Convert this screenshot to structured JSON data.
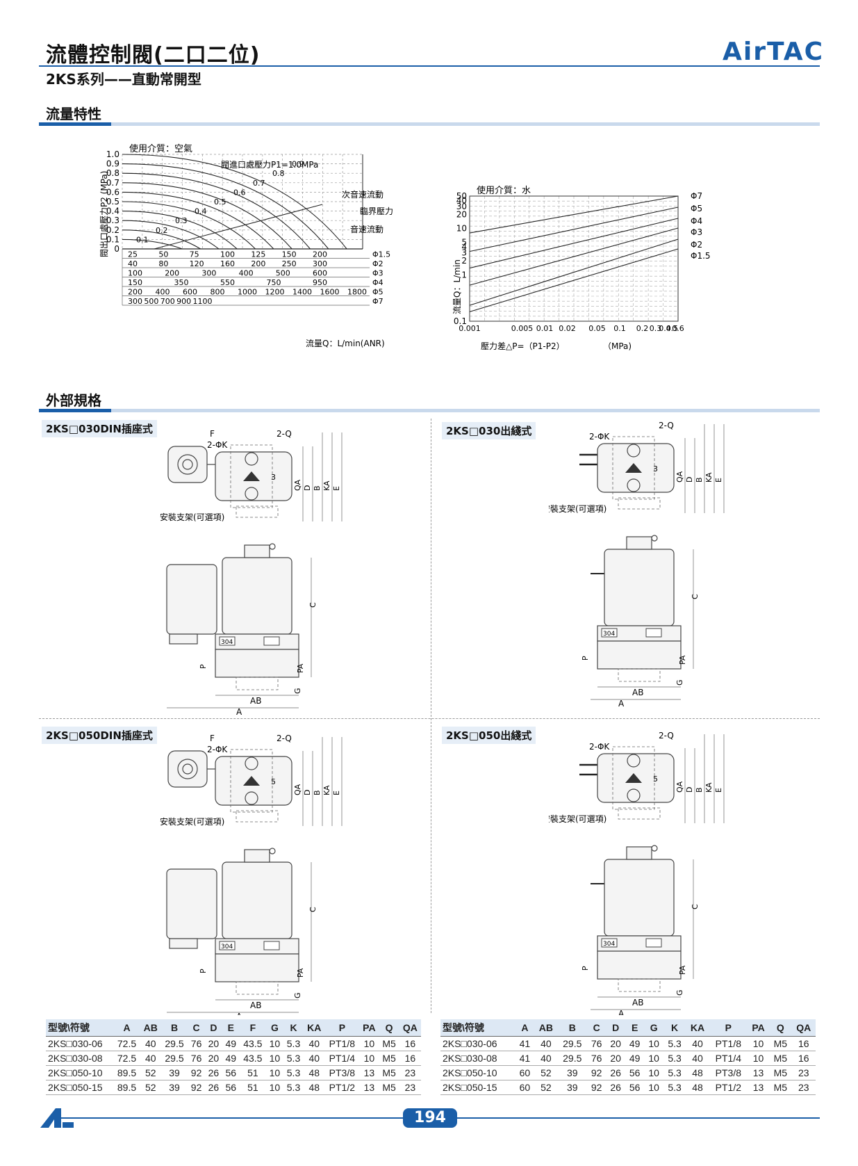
{
  "header": {
    "title": "流體控制閥(二口二位)",
    "subtitle": "2KS系列——直動常開型",
    "brand": "AirTAC"
  },
  "sections": {
    "flow": "流量特性",
    "spec": "外部規格"
  },
  "air_chart": {
    "medium": "使用介質：空氣",
    "ylabel": "閥出口處壓力P2 (MPa)",
    "xlabel": "流量Q：L/min(ANR)",
    "yticks": [
      "1.0",
      "0.9",
      "0.8",
      "0.7",
      "0.6",
      "0.5",
      "0.4",
      "0.3",
      "0.2",
      "0.1",
      "0"
    ],
    "curve_labels": [
      "0.1",
      "0.2",
      "0.3",
      "0.4",
      "0.5",
      "0.6",
      "0.7",
      "0.8",
      "0.9"
    ],
    "annotations": {
      "inlet": "閥進口處壓力P1=1.0MPa",
      "subsonic": "次音速流動",
      "critical": "臨界壓力",
      "sonic": "音速流動"
    },
    "rows": [
      {
        "phi": "Φ1.5",
        "ticks": [
          "25",
          "50",
          "75",
          "100",
          "125",
          "150",
          "200"
        ]
      },
      {
        "phi": "Φ2",
        "ticks": [
          "40",
          "80",
          "120",
          "160",
          "200",
          "250",
          "300"
        ]
      },
      {
        "phi": "Φ3",
        "ticks": [
          "100",
          "200",
          "300",
          "400",
          "500",
          "600"
        ]
      },
      {
        "phi": "Φ4",
        "ticks": [
          "150",
          "350",
          "550",
          "750",
          "950"
        ]
      },
      {
        "phi": "Φ5",
        "ticks": [
          "200",
          "400",
          "600",
          "800",
          "1000",
          "1200",
          "1400",
          "1600",
          "1800"
        ]
      },
      {
        "phi": "Φ7",
        "ticks": [
          "300",
          "500",
          "700",
          "900",
          "1100"
        ]
      }
    ]
  },
  "water_chart": {
    "medium": "使用介質：水",
    "ylabel": "流量Q：L/min",
    "xlabel": "壓力差△P=（P1-P2）",
    "xunit": "（MPa)",
    "yticks": [
      "50",
      "40",
      "30",
      "20",
      "10",
      "5",
      "4",
      "3",
      "2",
      "1",
      "0.1"
    ],
    "xticks": [
      "0.001",
      "0.005",
      "0.01",
      "0.02",
      "0.05",
      "0.1",
      "0.2",
      "0.3",
      "0.4",
      "0.5",
      "0.6"
    ],
    "lines": [
      "Φ7",
      "Φ5",
      "Φ4",
      "Φ3",
      "Φ2",
      "Φ1.5"
    ]
  },
  "panels": {
    "p1": "2KS□030DIN插座式",
    "p2": "2KS□030出綫式",
    "p3": "2KS□050DIN插座式",
    "p4": "2KS□050出綫式"
  },
  "dim_labels": {
    "F": "F",
    "Q": "2-Q",
    "K": "2-ΦK",
    "QA": "QA",
    "D": "D",
    "B": "B",
    "KA": "KA",
    "E": "E",
    "C": "C",
    "P": "P",
    "PA": "PA",
    "G": "G",
    "AB": "AB",
    "A": "A",
    "bracket": "安裝支架(可選項)",
    "n3": "3",
    "n5": "5",
    "mat": "304"
  },
  "table_left": {
    "headers": [
      "型號\\符號",
      "A",
      "AB",
      "B",
      "C",
      "D",
      "E",
      "F",
      "G",
      "K",
      "KA",
      "P",
      "PA",
      "Q",
      "QA"
    ],
    "rows": [
      [
        "2KS□030-06",
        "72.5",
        "40",
        "29.5",
        "76",
        "20",
        "49",
        "43.5",
        "10",
        "5.3",
        "40",
        "PT1/8",
        "10",
        "M5",
        "16"
      ],
      [
        "2KS□030-08",
        "72.5",
        "40",
        "29.5",
        "76",
        "20",
        "49",
        "43.5",
        "10",
        "5.3",
        "40",
        "PT1/4",
        "10",
        "M5",
        "16"
      ],
      [
        "2KS□050-10",
        "89.5",
        "52",
        "39",
        "92",
        "26",
        "56",
        "51",
        "10",
        "5.3",
        "48",
        "PT3/8",
        "13",
        "M5",
        "23"
      ],
      [
        "2KS□050-15",
        "89.5",
        "52",
        "39",
        "92",
        "26",
        "56",
        "51",
        "10",
        "5.3",
        "48",
        "PT1/2",
        "13",
        "M5",
        "23"
      ]
    ]
  },
  "table_right": {
    "headers": [
      "型號\\符號",
      "A",
      "AB",
      "B",
      "C",
      "D",
      "E",
      "G",
      "K",
      "KA",
      "P",
      "PA",
      "Q",
      "QA"
    ],
    "rows": [
      [
        "2KS□030-06",
        "41",
        "40",
        "29.5",
        "76",
        "20",
        "49",
        "10",
        "5.3",
        "40",
        "PT1/8",
        "10",
        "M5",
        "16"
      ],
      [
        "2KS□030-08",
        "41",
        "40",
        "29.5",
        "76",
        "20",
        "49",
        "10",
        "5.3",
        "40",
        "PT1/4",
        "10",
        "M5",
        "16"
      ],
      [
        "2KS□050-10",
        "60",
        "52",
        "39",
        "92",
        "26",
        "56",
        "10",
        "5.3",
        "48",
        "PT3/8",
        "13",
        "M5",
        "23"
      ],
      [
        "2KS□050-15",
        "60",
        "52",
        "39",
        "92",
        "26",
        "56",
        "10",
        "5.3",
        "48",
        "PT1/2",
        "13",
        "M5",
        "23"
      ]
    ]
  },
  "footer": {
    "page": "194"
  }
}
